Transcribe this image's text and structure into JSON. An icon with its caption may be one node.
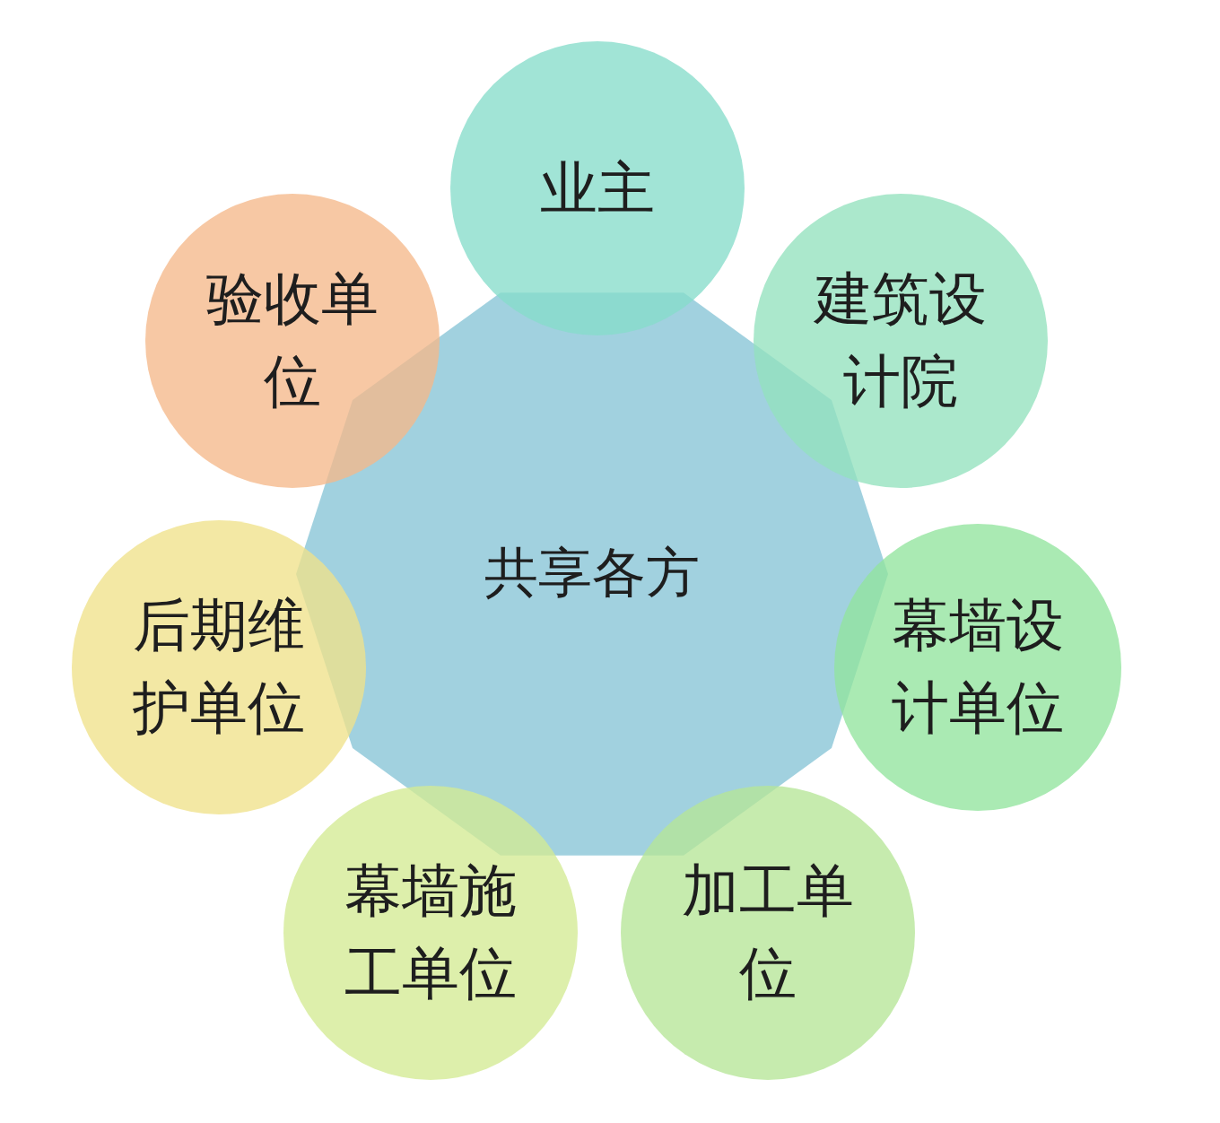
{
  "diagram": {
    "nodes": [
      {
        "text": [
          "共享各方"
        ]
      },
      {
        "text": [
          "业主"
        ]
      },
      {
        "text": [
          "建筑设计院"
        ]
      },
      {
        "text": [
          "幕墙设计单位"
        ]
      },
      {
        "text": [
          "加工单位"
        ]
      },
      {
        "text": [
          "幕墙施工单位"
        ]
      },
      {
        "text": [
          "后期维护单位"
        ]
      },
      {
        "text": [
          "验收单位"
        ]
      }
    ]
  }
}
